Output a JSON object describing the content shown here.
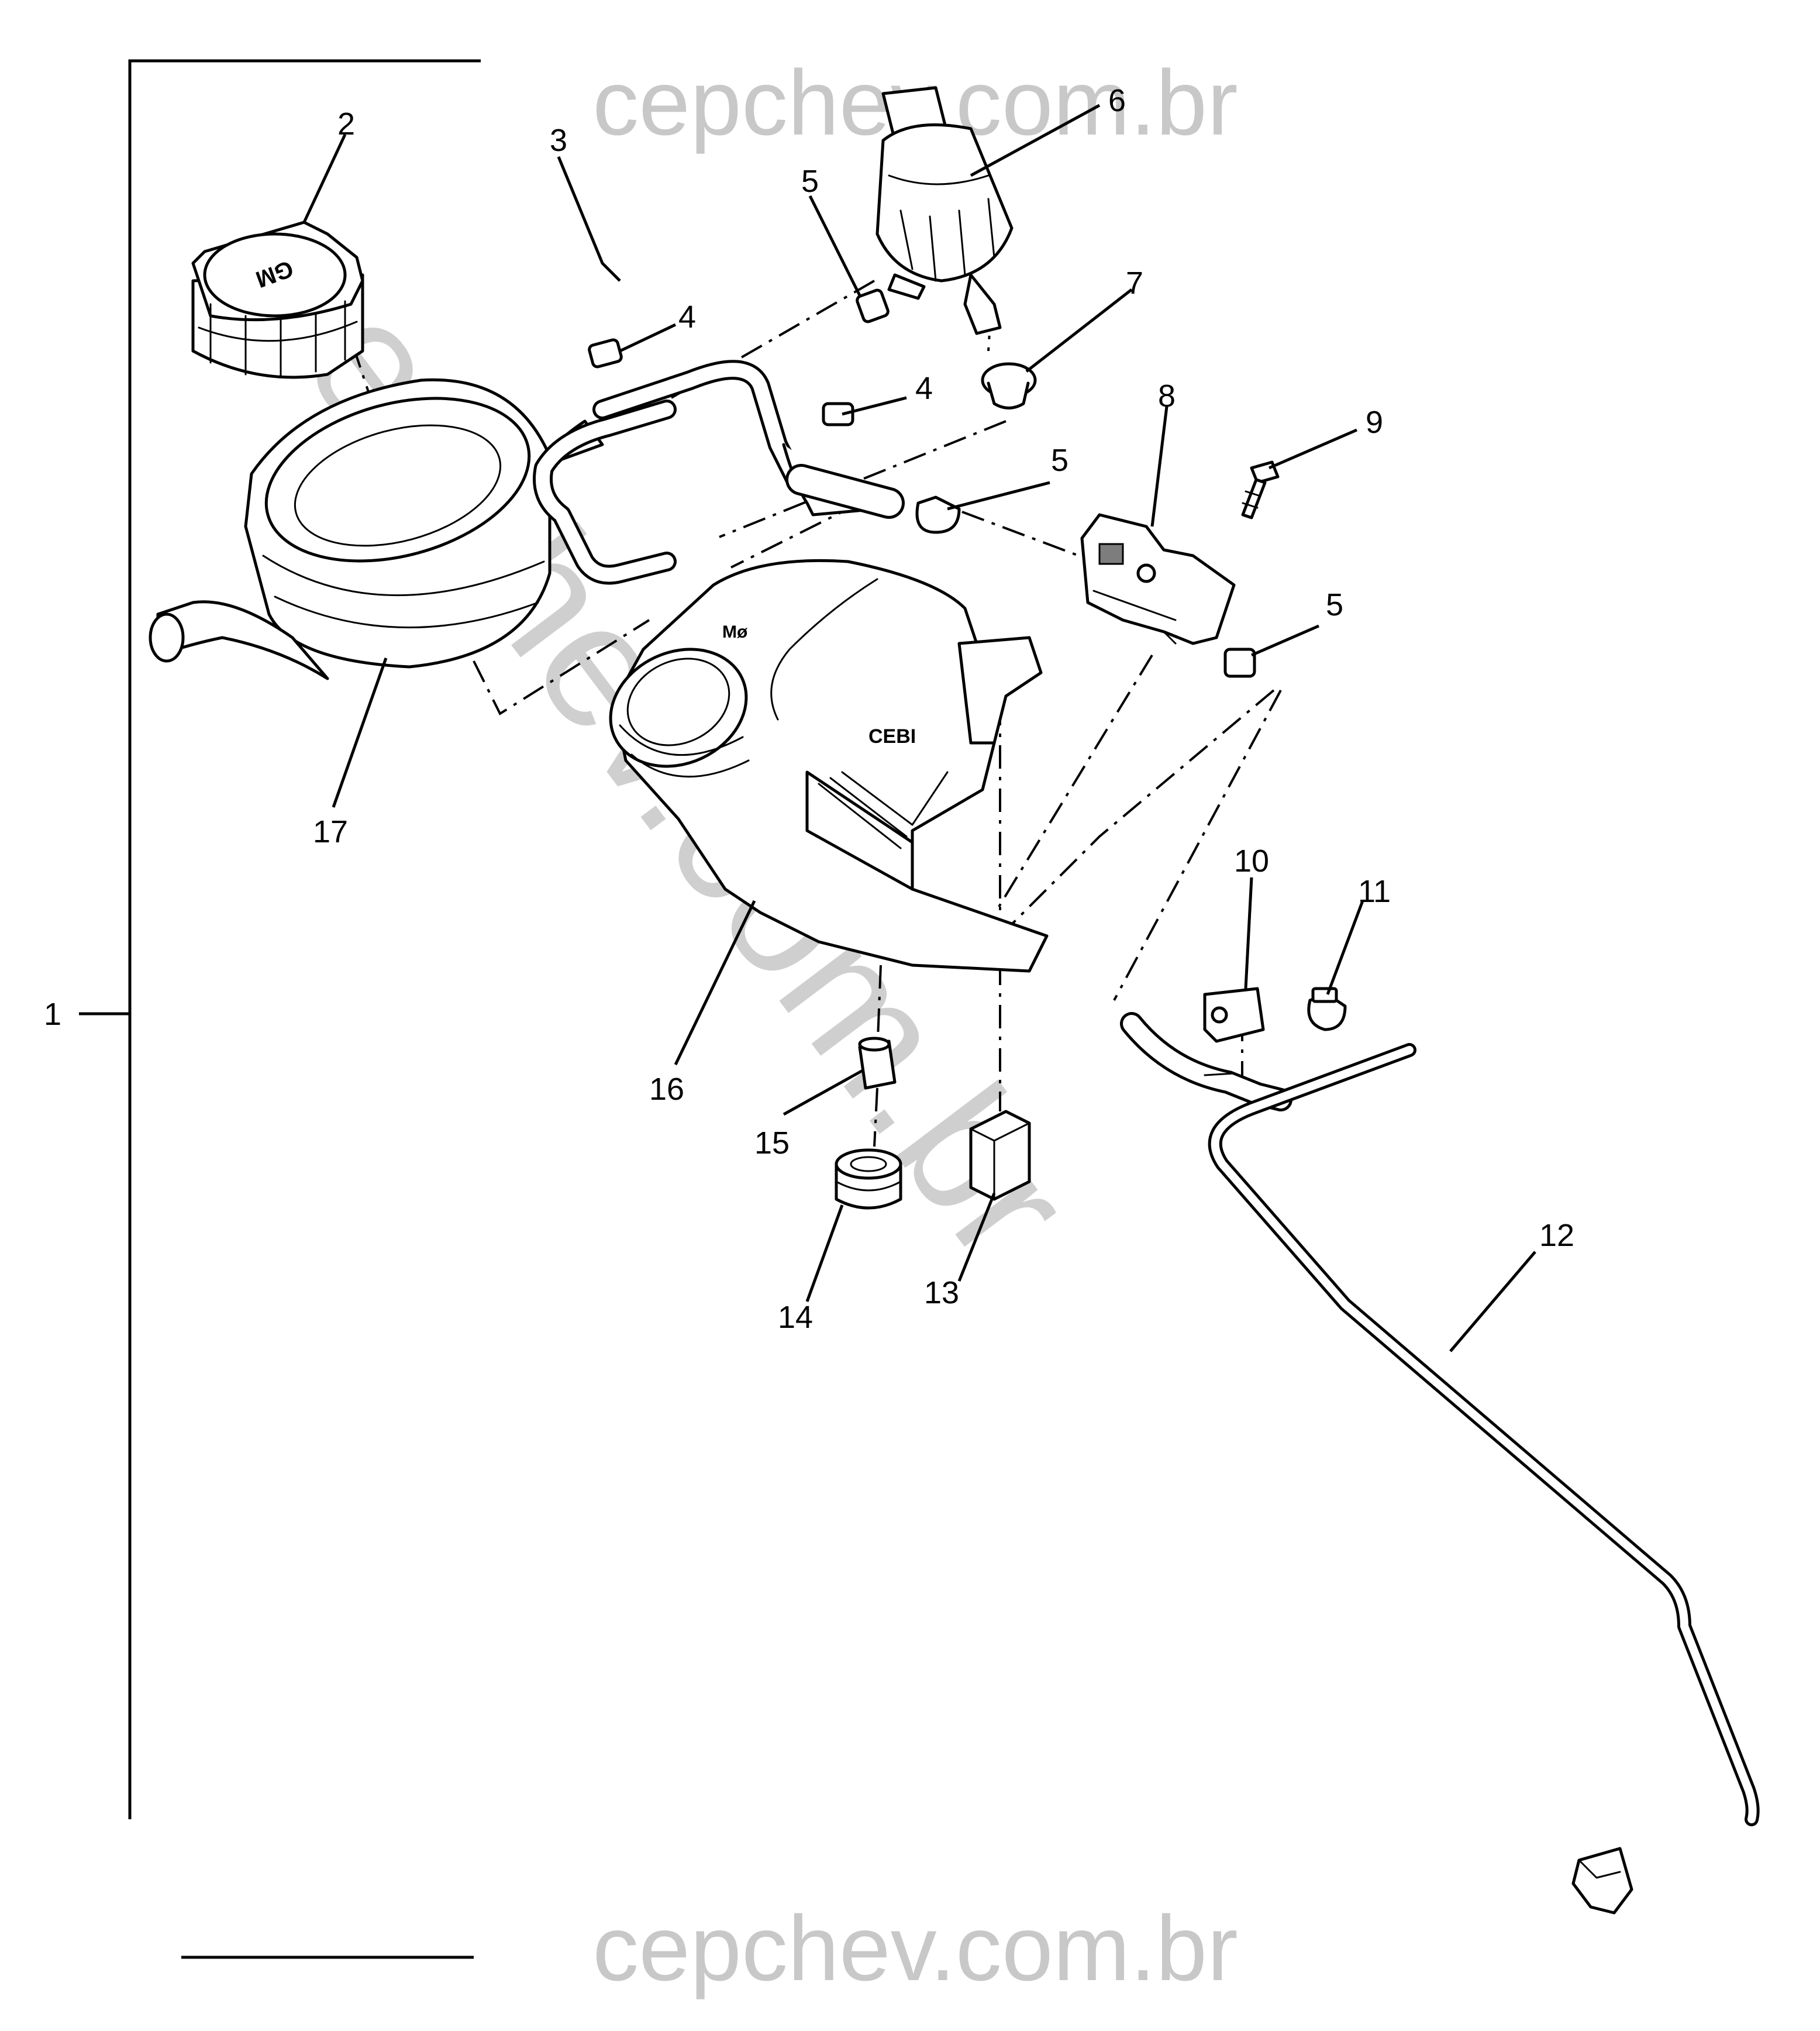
{
  "watermark": {
    "top": "cepchev.com.br",
    "bottom": "cepchev.com.br",
    "diagonal": "cepchev.com.br"
  },
  "callouts": [
    "1",
    "2",
    "3",
    "4",
    "4",
    "5",
    "5",
    "5",
    "6",
    "7",
    "8",
    "9",
    "10",
    "11",
    "12",
    "13",
    "14",
    "15",
    "16",
    "17"
  ],
  "parts_label": {
    "cap_text": "GM",
    "reservoir_mark_1": "CEBI",
    "reservoir_mark_2": "Mø"
  }
}
